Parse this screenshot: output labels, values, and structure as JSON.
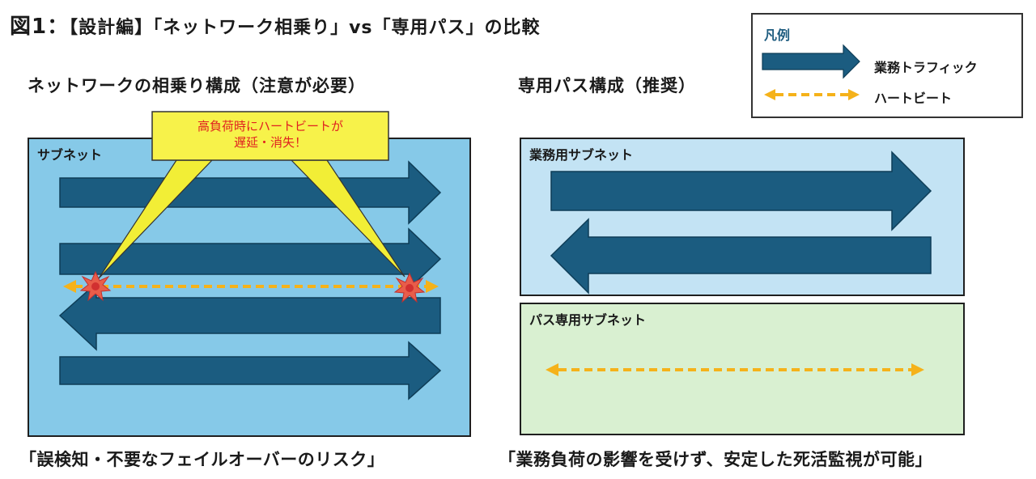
{
  "title": {
    "prefix": "図1：",
    "text": "【設計編】「ネットワーク相乗り」vs「専用パス」の比較"
  },
  "left": {
    "heading": "ネットワークの相乗り構成（注意が必要）",
    "subnet_label": "サブネット",
    "callout_line1": "高負荷時にハートビートが",
    "callout_line2": "遅延・消失！",
    "caption": "「誤検知・不要なフェイルオーバーのリスク」"
  },
  "right": {
    "heading": "専用パス構成（推奨）",
    "business_subnet_label": "業務用サブネット",
    "path_subnet_label": "パス専用サブネット",
    "caption": "「業務負荷の影響を受けず、安定した死活監視が可能」"
  },
  "legend": {
    "title": "凡例",
    "traffic_label": "業務トラフィック",
    "heartbeat_label": "ハートビート"
  },
  "colors": {
    "traffic": "#1b5c80",
    "heartbeat": "#f5b21a",
    "left_subnet_bg": "#86c9e8",
    "business_subnet_bg": "#c3e3f4",
    "path_subnet_bg": "#d9f0d1",
    "callout_bg": "#f7f24a",
    "callout_text": "#e02020"
  }
}
